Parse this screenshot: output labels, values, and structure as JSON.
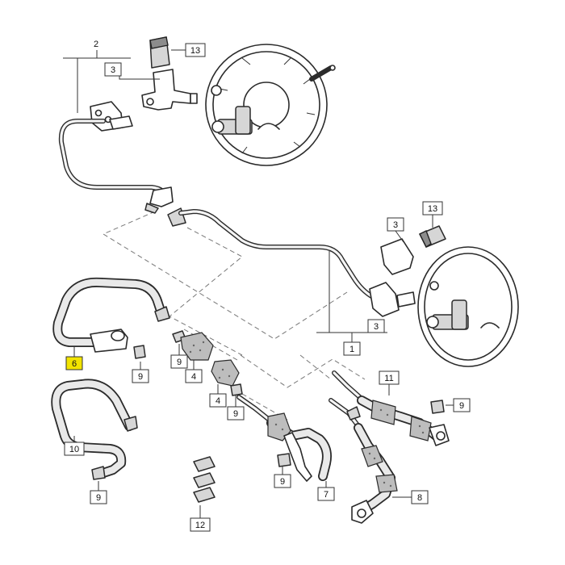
{
  "callouts": [
    {
      "id": "c-2",
      "text": "2",
      "highlight": false
    },
    {
      "id": "c-3a",
      "text": "3",
      "highlight": false
    },
    {
      "id": "c-13a",
      "text": "13",
      "highlight": false
    },
    {
      "id": "c-13b",
      "text": "13",
      "highlight": false
    },
    {
      "id": "c-3b",
      "text": "3",
      "highlight": false
    },
    {
      "id": "c-3c",
      "text": "3",
      "highlight": false
    },
    {
      "id": "c-1",
      "text": "1",
      "highlight": false
    },
    {
      "id": "c-6",
      "text": "6",
      "highlight": true
    },
    {
      "id": "c-9a",
      "text": "9",
      "highlight": false
    },
    {
      "id": "c-9b",
      "text": "9",
      "highlight": false
    },
    {
      "id": "c-4a",
      "text": "4",
      "highlight": false
    },
    {
      "id": "c-4b",
      "text": "4",
      "highlight": false
    },
    {
      "id": "c-9c",
      "text": "9",
      "highlight": false
    },
    {
      "id": "c-11",
      "text": "11",
      "highlight": false
    },
    {
      "id": "c-9d",
      "text": "9",
      "highlight": false
    },
    {
      "id": "c-10",
      "text": "10",
      "highlight": false
    },
    {
      "id": "c-9e",
      "text": "9",
      "highlight": false
    },
    {
      "id": "c-9f",
      "text": "9",
      "highlight": false
    },
    {
      "id": "c-7",
      "text": "7",
      "highlight": false
    },
    {
      "id": "c-8",
      "text": "8",
      "highlight": false
    },
    {
      "id": "c-12",
      "text": "12",
      "highlight": false
    }
  ],
  "colors": {
    "highlight": "#f2e400",
    "line": "#2b2b2b",
    "background": "#ffffff"
  }
}
